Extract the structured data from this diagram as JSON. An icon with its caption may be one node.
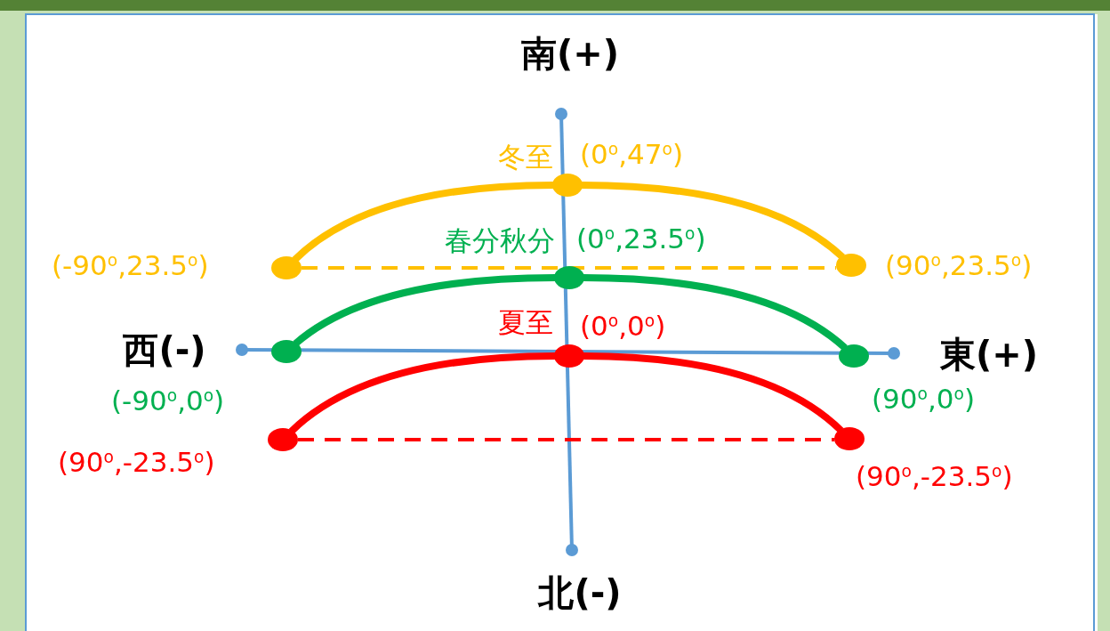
{
  "diagram": {
    "nodes": [
      {
        "text": [],
        "shape": "circle",
        "beside": [
          "(-90$^{o}$,23.5$^{o}$)"
        ]
      },
      {
        "text": [],
        "shape": "circle",
        "beside": [
          "冬至",
          "(0$^{o}$,47$^{o}$)"
        ]
      },
      {
        "text": [],
        "shape": "circle",
        "beside": [
          "(90$^{o}$,23.5$^{o}$)"
        ]
      },
      {
        "text": [],
        "shape": "circle",
        "beside": [
          "(-90$^{o}$,0$^{o}$)"
        ]
      },
      {
        "text": [],
        "shape": "circle",
        "beside": [
          "春分秋分",
          "(0$^{o}$,23.5$^{o}$)"
        ]
      },
      {
        "text": [],
        "shape": "circle",
        "beside": [
          "(90$^{o}$,0$^{o}$)"
        ]
      },
      {
        "text": [],
        "shape": "circle",
        "beside": [
          "(90$^{o}$,-23.5$^{o}$)"
        ]
      },
      {
        "text": [],
        "shape": "circle",
        "beside": [
          "夏至",
          "(0$^{o}$,0$^{o}$)"
        ]
      },
      {
        "text": [],
        "shape": "circle",
        "beside": [
          "(90$^{o}$,-23.5$^{o}$)"
        ]
      }
    ],
    "edges": [
      {
        "from": 0,
        "to": 1,
        "arrow": "none",
        "color": "#ffc000"
      },
      {
        "from": 1,
        "to": 2,
        "arrow": "none",
        "color": "#ffc000"
      },
      {
        "from": 0,
        "to": 2,
        "arrow": "none",
        "style": "dashed",
        "color": "#ffc000"
      },
      {
        "from": 3,
        "to": 4,
        "arrow": "none",
        "color": "#00b050"
      },
      {
        "from": 4,
        "to": 5,
        "arrow": "none",
        "color": "#00b050"
      },
      {
        "from": 6,
        "to": 7,
        "arrow": "none",
        "color": "#ff0000"
      },
      {
        "from": 7,
        "to": 8,
        "arrow": "none",
        "color": "#ff0000"
      },
      {
        "from": 6,
        "to": 8,
        "arrow": "none",
        "style": "dashed",
        "color": "#ff0000"
      }
    ],
    "labels": [
      "南(+)",
      "西(-)",
      "東(+)",
      "北(-)"
    ]
  }
}
